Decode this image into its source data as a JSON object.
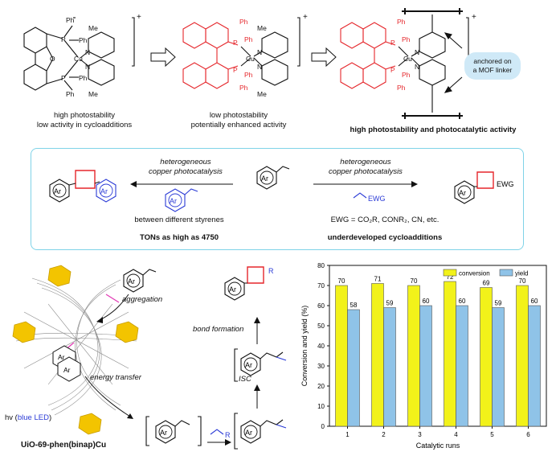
{
  "top": {
    "complex1": {
      "caption_line1": "high photostability",
      "caption_line2": "low activity in cycloadditions",
      "charge": "+",
      "labels": {
        "ph": "Ph",
        "p": "P",
        "cu": "Cu",
        "n": "N",
        "o": "O",
        "me": "Me"
      }
    },
    "complex2": {
      "caption_line1": "low photostability",
      "caption_line2": "potentially enhanced activity",
      "charge": "+"
    },
    "complex3": {
      "caption": "high photostability and photocatalytic activity",
      "charge": "+"
    },
    "mof_linker_label_line1": "anchored on",
    "mof_linker_label_line2": "a MOF linker"
  },
  "panel": {
    "left_arrow_line1": "heterogeneous",
    "left_arrow_line2": "copper photocatalysis",
    "right_arrow_line1": "heterogeneous",
    "right_arrow_line2": "copper photocatalysis",
    "ar": "Ar",
    "ewg": "EWG",
    "left_note": "between different styrenes",
    "left_bold": "TONs as high as 4750",
    "right_note": "EWG = CO₂R, CONR₂, CN, etc.",
    "right_bold": "underdeveloped cycloadditions"
  },
  "mechanism": {
    "aggregation": "aggregation",
    "energy_transfer": "energy transfer",
    "hv": "hv (",
    "blue_led": "blue LED",
    "hv_close": ")",
    "isc": "ISC",
    "bond_formation": "bond formation",
    "r": "R",
    "mof_name": "UiO-69-phen(binap)Cu"
  },
  "chart_data": {
    "type": "bar",
    "categories": [
      "1",
      "2",
      "3",
      "4",
      "5",
      "6"
    ],
    "series": [
      {
        "name": "conversion",
        "values": [
          70,
          71,
          70,
          72,
          69,
          70
        ],
        "color": "#f2f21a"
      },
      {
        "name": "yield",
        "values": [
          58,
          59,
          60,
          60,
          59,
          60
        ],
        "color": "#8fc3e8"
      }
    ],
    "xlabel": "Catalytic runs",
    "ylabel": "Conversion and yield (%)",
    "ylim": [
      0,
      80
    ],
    "yticks": [
      0,
      10,
      20,
      30,
      40,
      50,
      60,
      70,
      80
    ],
    "legend": "top-right",
    "grid": false
  }
}
